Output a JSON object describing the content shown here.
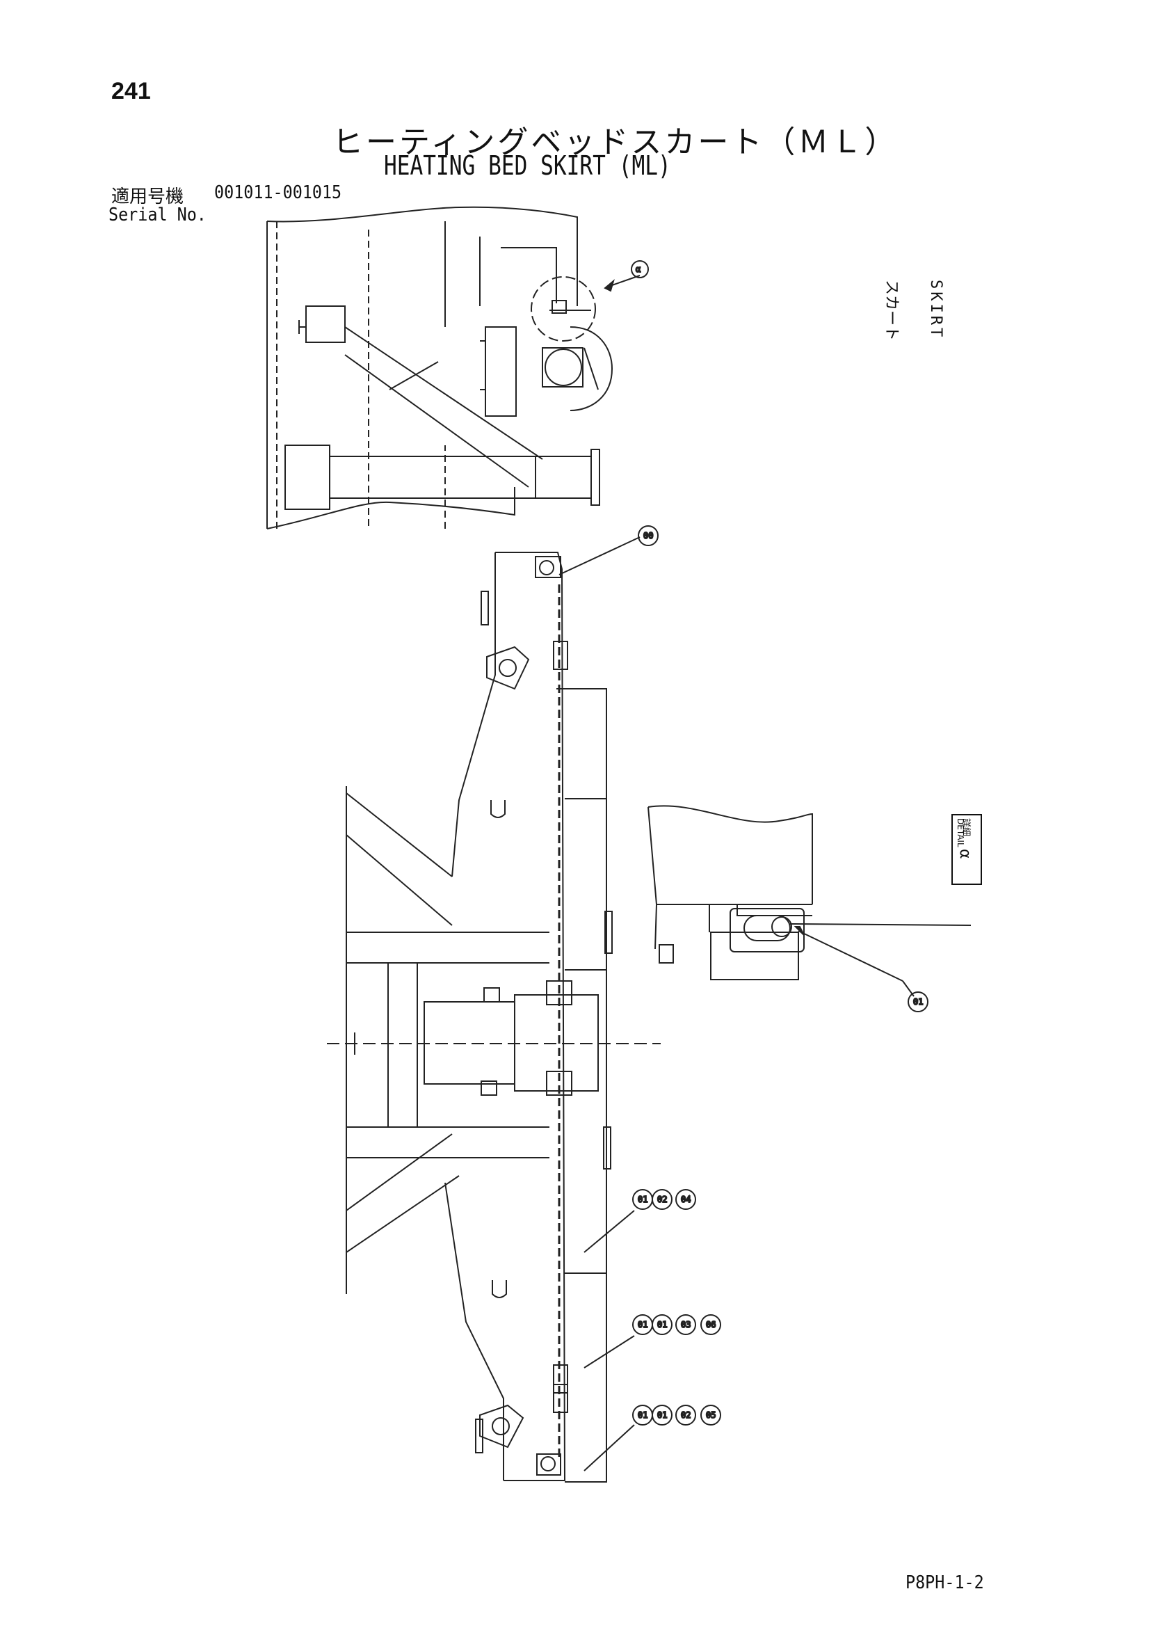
{
  "page": {
    "page_number": "241",
    "title_jp": "ヒーティングベッドスカート（ＭＬ）",
    "title_en": "HEATING BED SKIRT (ML)",
    "serial_label_jp": "適用号機",
    "serial_value": "001011-001015",
    "serial_label_en": "Serial No.",
    "drawing_code": "P8PH-1-2"
  },
  "skirt_label": {
    "jp": "スカート",
    "en": "SKIRT"
  },
  "detail_box": {
    "jp": "詳細",
    "en": "DETAIL",
    "ref": "α"
  },
  "callouts": {
    "alpha": "α",
    "c1": [
      "00"
    ],
    "c2": [
      "01"
    ],
    "c3": [
      "01",
      "02",
      "04"
    ],
    "c4": [
      "01",
      "01",
      "03",
      "06"
    ],
    "c5": [
      "01",
      "01",
      "02",
      "05"
    ]
  }
}
